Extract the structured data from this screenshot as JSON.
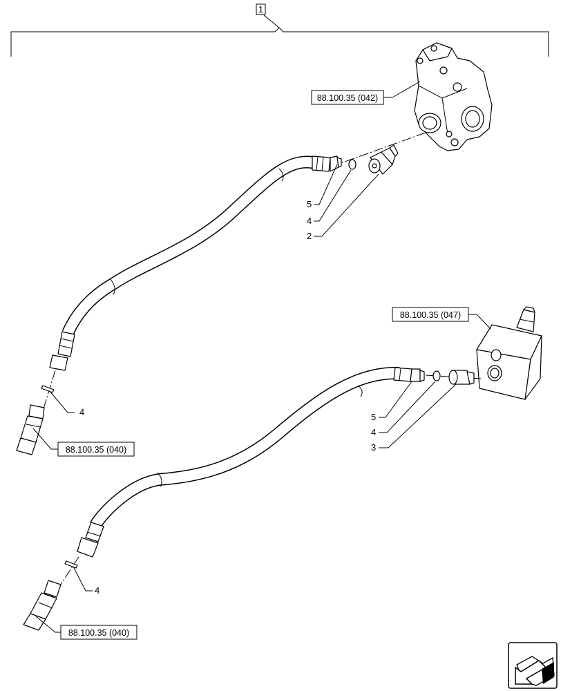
{
  "assembly": {
    "item_number": "1"
  },
  "references": {
    "ref_top_valve": "88.100.35 (042)",
    "ref_right_block": "88.100.35 (047)",
    "ref_upper_coupler": "88.100.35 (040)",
    "ref_lower_coupler": "88.100.35 (040)"
  },
  "callouts": {
    "upper_fitting_5": "5",
    "upper_oring_4": "4",
    "upper_adapter_2": "2",
    "upper_coupler_oring_4": "4",
    "lower_fitting_5": "5",
    "lower_oring_4": "4",
    "lower_adapter_3": "3",
    "lower_coupler_oring_4": "4"
  },
  "navigation": {
    "icon": "previous-page-arrow-icon"
  }
}
